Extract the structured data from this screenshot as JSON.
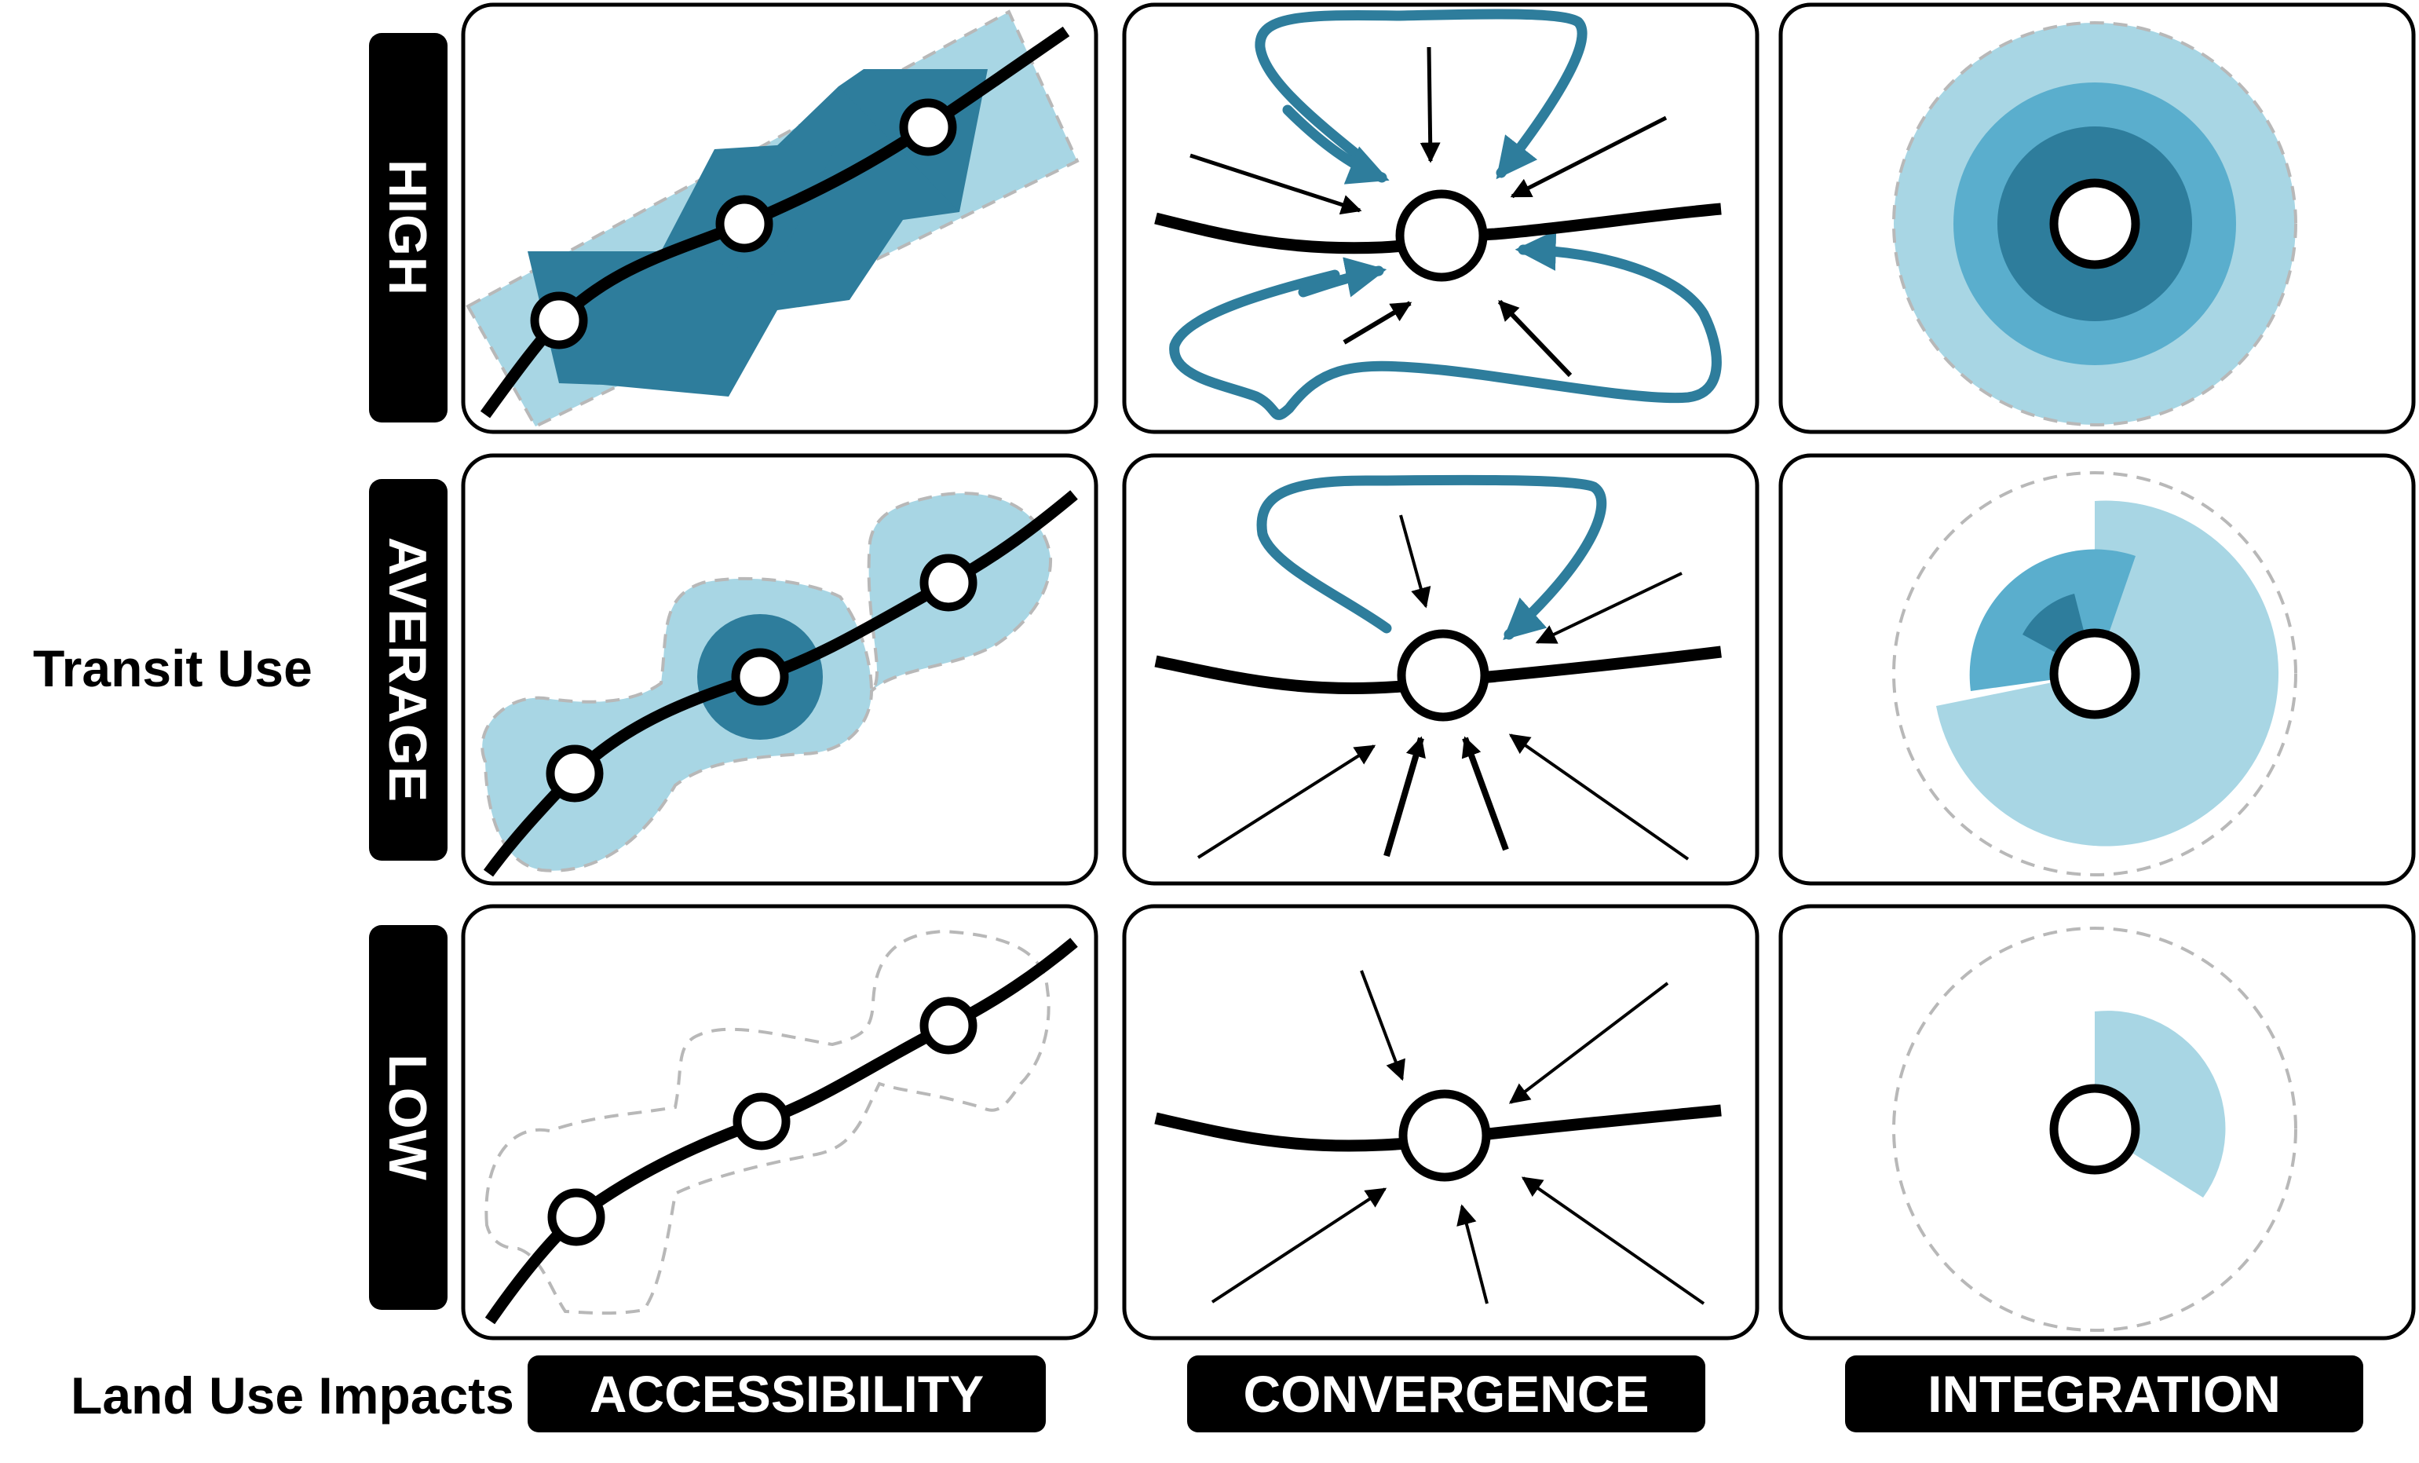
{
  "y_axis_title": "Transit Use",
  "x_axis_title": "Land Use Impacts",
  "rows": [
    {
      "key": "high",
      "label": "HIGH"
    },
    {
      "key": "average",
      "label": "AVERAGE"
    },
    {
      "key": "low",
      "label": "LOW"
    }
  ],
  "columns": [
    {
      "key": "accessibility",
      "label": "ACCESSIBILITY"
    },
    {
      "key": "convergence",
      "label": "CONVERGENCE"
    },
    {
      "key": "integration",
      "label": "INTEGRATION"
    }
  ],
  "colors": {
    "dark_teal": "#2e7d9c",
    "mid_blue": "#5aaecd",
    "light_blue": "#a8d6e4",
    "dashed_gray": "#b8b8b8",
    "ink": "#000000"
  },
  "icons": [
    "transit-route-line",
    "station-circle",
    "inflow-arrow",
    "walkshed-halo"
  ]
}
